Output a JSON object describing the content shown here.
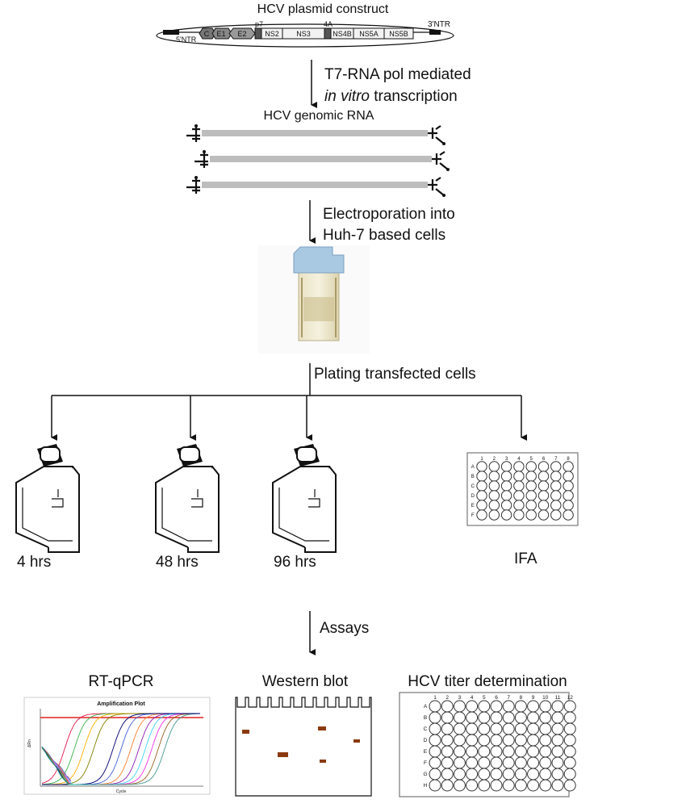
{
  "plasmid": {
    "title": "HCV plasmid construct",
    "ntr5": "5'NTR",
    "ntr3": "3'NTR",
    "p7": "p7",
    "label_4a": "4A",
    "segments": [
      "C",
      "E1",
      "E2",
      "NS2",
      "NS3",
      "NS4B",
      "NS5A",
      "NS5B"
    ]
  },
  "step1": {
    "line1": "T7-RNA pol mediated",
    "line2_italic": "in vitro",
    "line2_rest": " transcription"
  },
  "rna": {
    "title": "HCV genomic RNA",
    "strand_count": 3
  },
  "step2": {
    "line1": "Electroporation into",
    "line2": "Huh-7 based cells"
  },
  "step3": {
    "label": "Plating transfected cells"
  },
  "timepoints": {
    "t1": "4 hrs",
    "t2": "48 hrs",
    "t3": "96 hrs",
    "ifa": "IFA"
  },
  "plate48": {
    "cols": [
      "1",
      "2",
      "3",
      "4",
      "5",
      "6",
      "7",
      "8"
    ],
    "rows": [
      "A",
      "B",
      "C",
      "D",
      "E",
      "F"
    ]
  },
  "step4": {
    "label": "Assays"
  },
  "assays": {
    "rtqpcr": {
      "title": "RT-qPCR",
      "plot_title": "Amplification Plot",
      "xlabel": "Cycle",
      "ylabel": "ΔRn"
    },
    "western": {
      "title": "Western blot",
      "lane_count": 12
    },
    "titer": {
      "title": "HCV titer determination",
      "cols": [
        "1",
        "2",
        "3",
        "4",
        "5",
        "6",
        "7",
        "8",
        "9",
        "10",
        "11",
        "12"
      ],
      "rows": [
        "A",
        "B",
        "C",
        "D",
        "E",
        "F",
        "G",
        "H"
      ]
    }
  },
  "colors": {
    "rna_strand": "#bdbdbd",
    "band": "#8b3a10",
    "threshold": "#e02020"
  }
}
